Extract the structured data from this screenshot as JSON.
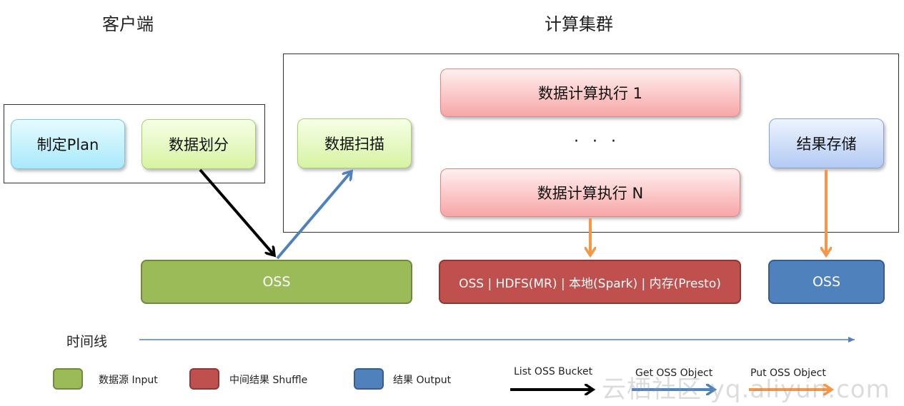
{
  "headings": {
    "client": "客户端",
    "cluster": "计算集群"
  },
  "boxes": {
    "plan": "制定Plan",
    "split": "数据划分",
    "scan": "数据扫描",
    "exec1": "数据计算执行 1",
    "dots": "· · ·",
    "execN": "数据计算执行 N",
    "result": "结果存储"
  },
  "storage": {
    "oss_input": "OSS",
    "shuffle": "OSS | HDFS(MR) | 本地(Spark) | 内存(Presto)",
    "oss_output": "OSS"
  },
  "timeline": {
    "label": "时间线"
  },
  "legend": {
    "input": "数据源 Input",
    "shuffle": "中间结果 Shuffle",
    "output": "结果 Output",
    "list": "List  OSS Bucket",
    "get": "Get OSS Object",
    "put": "Put OSS Object"
  },
  "watermark": "云栖社区 yq.aliyun.com",
  "colors": {
    "input": "#9bbb59",
    "shuffle": "#c0504d",
    "output": "#4f81bd",
    "list_arrow": "#000000",
    "get_arrow": "#4f81bd",
    "put_arrow": "#f79646",
    "timeline": "#4f81bd"
  }
}
